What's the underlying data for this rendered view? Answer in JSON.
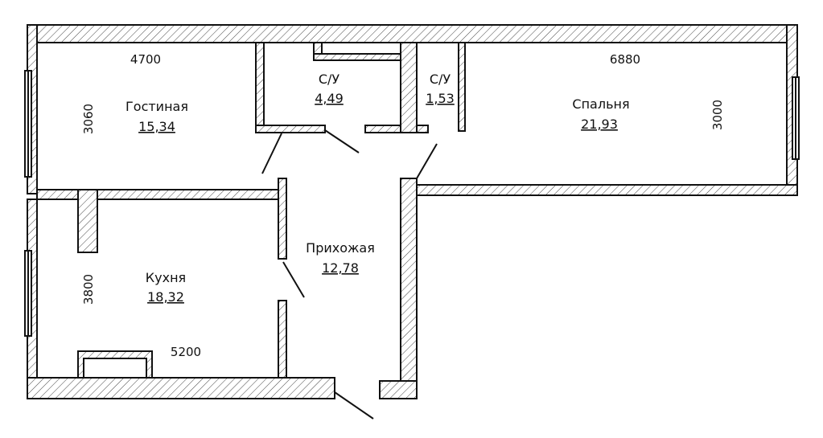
{
  "rooms": {
    "living": {
      "name": "Гостиная",
      "area": "15,34",
      "width_dim": "4700",
      "height_dim": "3060"
    },
    "bath1": {
      "name": "С/У",
      "area": "4,49"
    },
    "bath2": {
      "name": "С/У",
      "area": "1,53"
    },
    "bedroom": {
      "name": "Спальня",
      "area": "21,93",
      "width_dim": "6880",
      "height_dim": "3000"
    },
    "hall": {
      "name": "Прихожая",
      "area": "12,78"
    },
    "kitchen": {
      "name": "Кухня",
      "area": "18,32",
      "width_dim": "5200",
      "height_dim": "3800"
    }
  }
}
